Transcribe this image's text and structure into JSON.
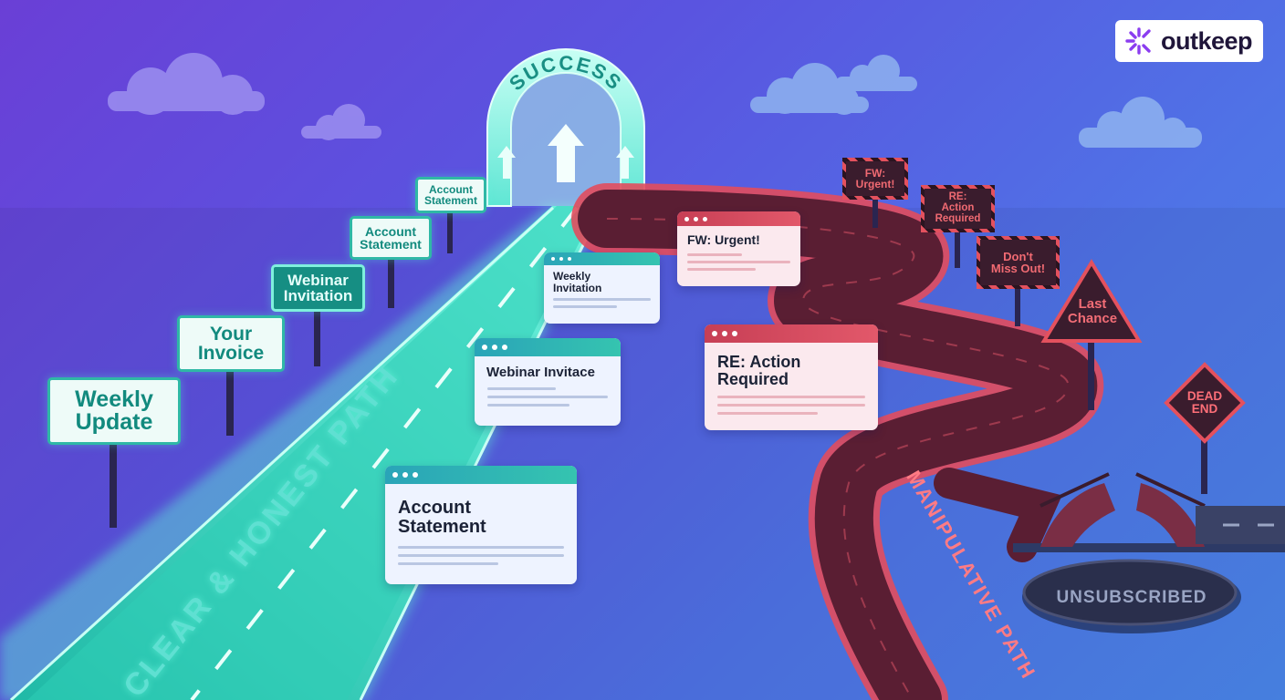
{
  "brand": {
    "name": "outkeep",
    "accent": "#8b3df0"
  },
  "arch": {
    "label": "SUCCESS"
  },
  "clear_path": {
    "label": "CLEAR & HONEST PATH",
    "color": "#3ee0c6",
    "signs": [
      "Weekly\nUpdate",
      "Your\nInvoice",
      "Webinar\nInvitation",
      "Account\nStatement",
      "Account\nStatement"
    ]
  },
  "teal_emails": [
    "Account\nStatement",
    "Webinar Invitace",
    "Weekly\nInvitation"
  ],
  "red_emails": [
    "FW: Urgent!",
    "RE: Action\nRequired"
  ],
  "manipulative_path": {
    "label": "MANIPULATIVE PATH",
    "color": "#d9434f",
    "signs": [
      "FW:\nUrgent!",
      "RE:\nAction\nRequired",
      "Don't\nMiss Out!",
      "Last\nChance",
      "DEAD\nEND"
    ]
  },
  "end_state": {
    "label": "UNSUBSCRIBED"
  }
}
